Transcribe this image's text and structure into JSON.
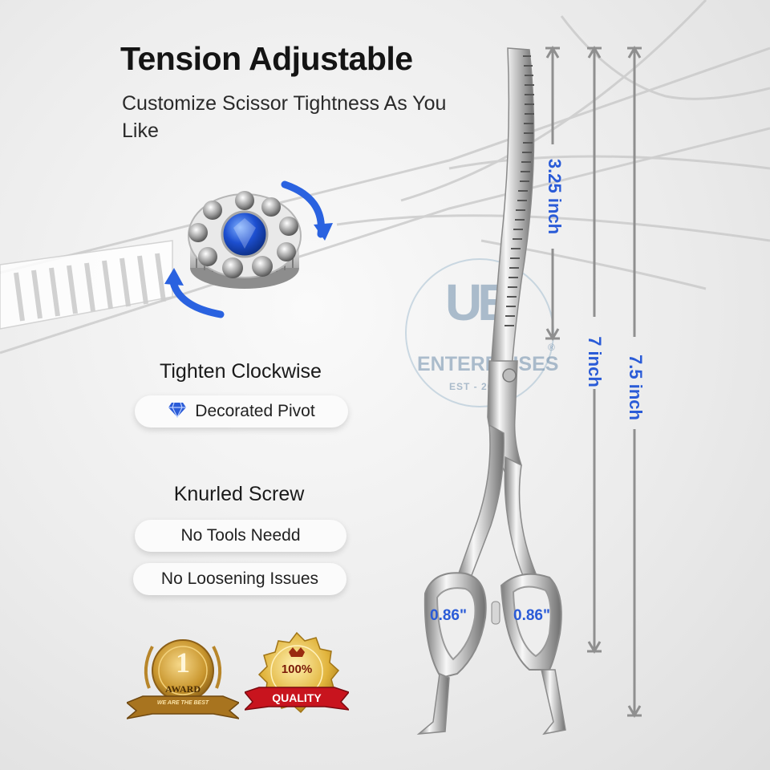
{
  "header": {
    "title": "Tension Adjustable",
    "subtitle": "Customize Scissor Tightness As You Like"
  },
  "features": {
    "pivot": {
      "heading": "Tighten Clockwise",
      "pill": "Decorated Pivot",
      "pill_icon": "diamond-icon"
    },
    "screw": {
      "heading": "Knurled Screw",
      "pills": [
        "No Tools Needd",
        "No Loosening Issues"
      ]
    }
  },
  "dimensions": {
    "blade_length": "3.25 inch",
    "scissor_length": "7 inch",
    "overall_length": "7.5 inch",
    "left_ring": "0.86\"",
    "right_ring": "0.86\""
  },
  "watermark": {
    "logo_letters": "UE",
    "name": "ENTERPRISES",
    "registered": "®",
    "established": "EST - 2023"
  },
  "badges": {
    "award": {
      "number": "1",
      "label": "AWARD",
      "ribbon": "WE ARE THE BEST"
    },
    "quality": {
      "percent": "100%",
      "label": "QUALITY"
    }
  },
  "colors": {
    "accent_blue": "#2a5bd7",
    "title": "#141414",
    "gold": "#c9962e",
    "ribbon_red": "#c8141e"
  }
}
